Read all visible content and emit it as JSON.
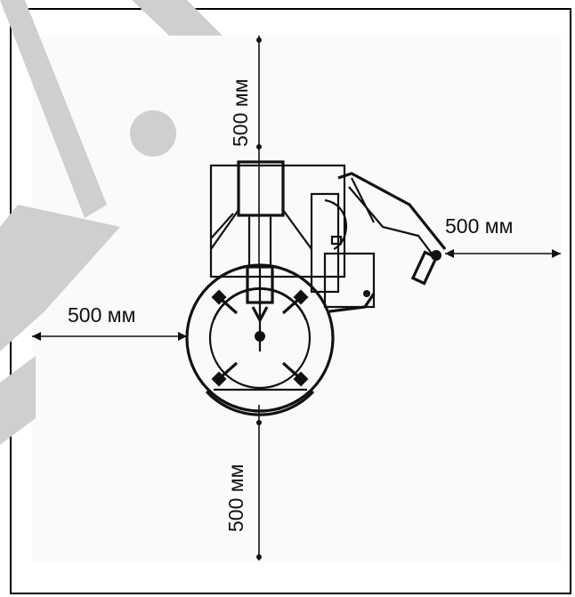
{
  "dimensions": {
    "top": "500 мм",
    "bottom": "500 мм",
    "left": "500 мм",
    "right": "500 мм"
  },
  "colors": {
    "ink": "#111111",
    "frame": "#000000",
    "watermark": "#cfcfcf",
    "background": "#ffffff"
  }
}
